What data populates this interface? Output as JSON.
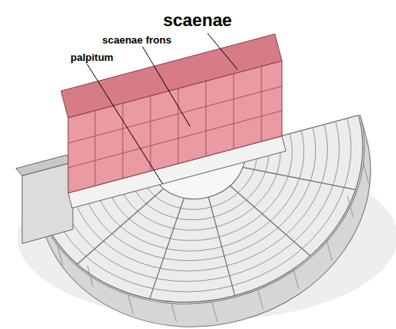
{
  "diagram": {
    "labels": [
      "scaenae",
      "scaenae frons",
      "palpitum"
    ]
  }
}
